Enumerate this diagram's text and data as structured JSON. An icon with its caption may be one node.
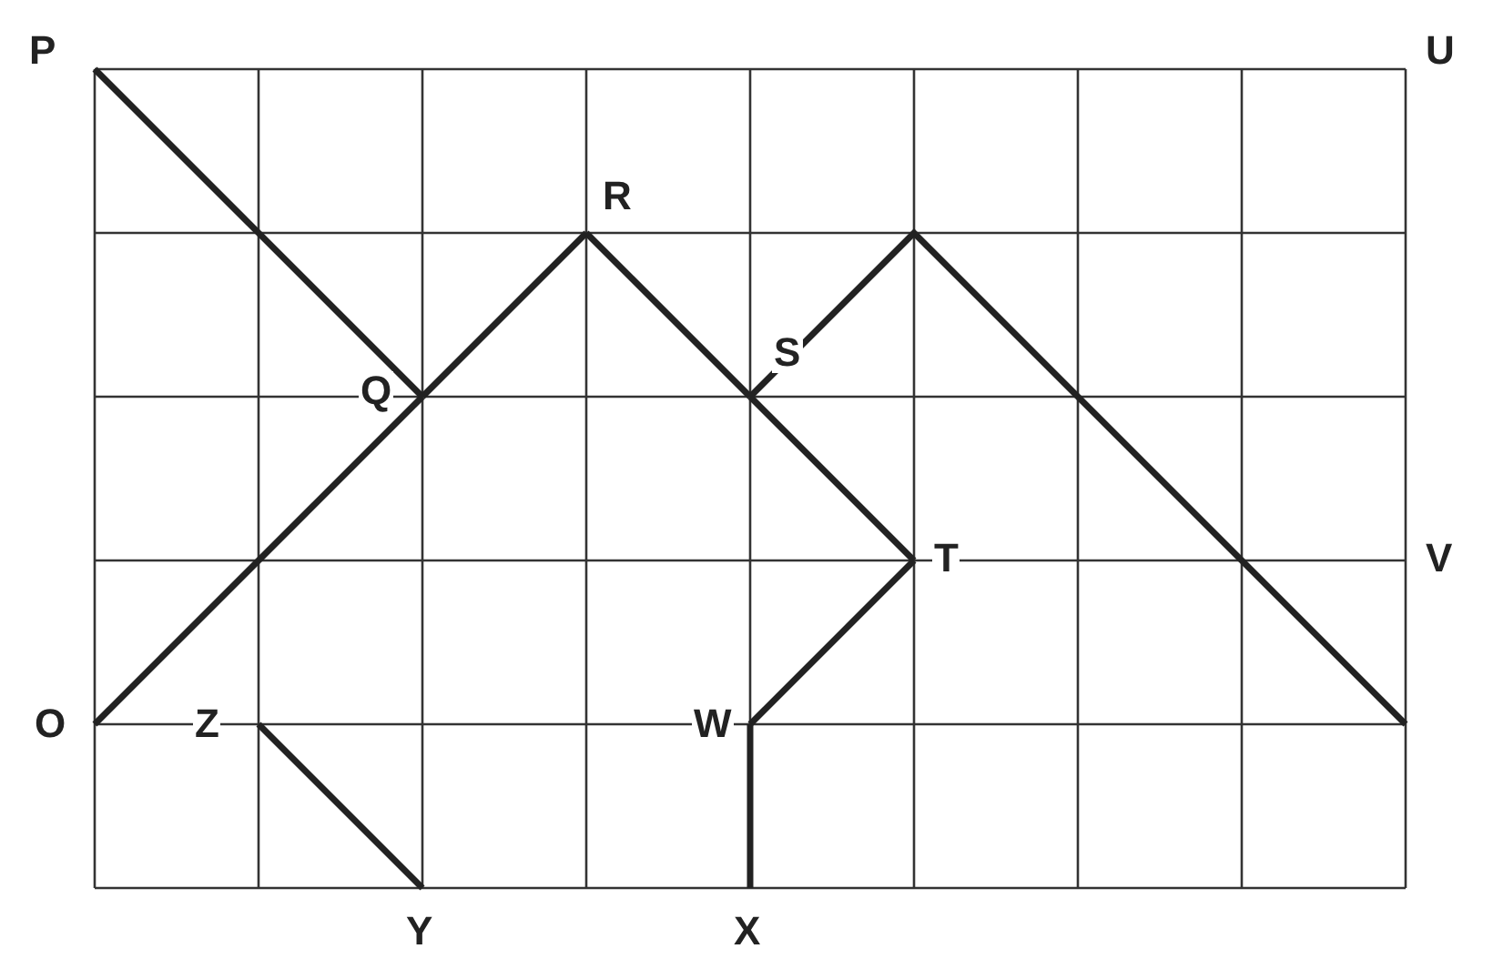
{
  "diagram": {
    "nodes": [
      {
        "text": [
          "P"
        ]
      },
      {
        "text": [
          "U"
        ]
      },
      {
        "text": [
          "R"
        ]
      },
      {
        "text": [
          "Q"
        ]
      },
      {
        "text": [
          "S"
        ]
      },
      {
        "text": [
          "T"
        ]
      },
      {
        "text": [
          "V"
        ]
      },
      {
        "text": [
          "O"
        ]
      },
      {
        "text": [
          "Z"
        ]
      },
      {
        "text": [
          "W"
        ]
      },
      {
        "text": [
          "Y"
        ]
      },
      {
        "text": [
          "X"
        ]
      }
    ],
    "edges": [
      {
        "from": 0,
        "to": 3,
        "arrow": "none"
      },
      {
        "from": 7,
        "to": 3,
        "arrow": "none"
      },
      {
        "from": 3,
        "to": 2,
        "arrow": "none"
      },
      {
        "from": 2,
        "to": 4,
        "arrow": "none"
      },
      {
        "from": 4,
        "to": 5,
        "arrow": "none"
      },
      {
        "from": 4,
        "to": null,
        "arrow": "none"
      },
      {
        "from": 5,
        "to": 9,
        "arrow": "none"
      },
      {
        "from": 9,
        "to": 11,
        "arrow": "none"
      },
      {
        "from": 8,
        "to": 10,
        "arrow": "none"
      }
    ]
  }
}
